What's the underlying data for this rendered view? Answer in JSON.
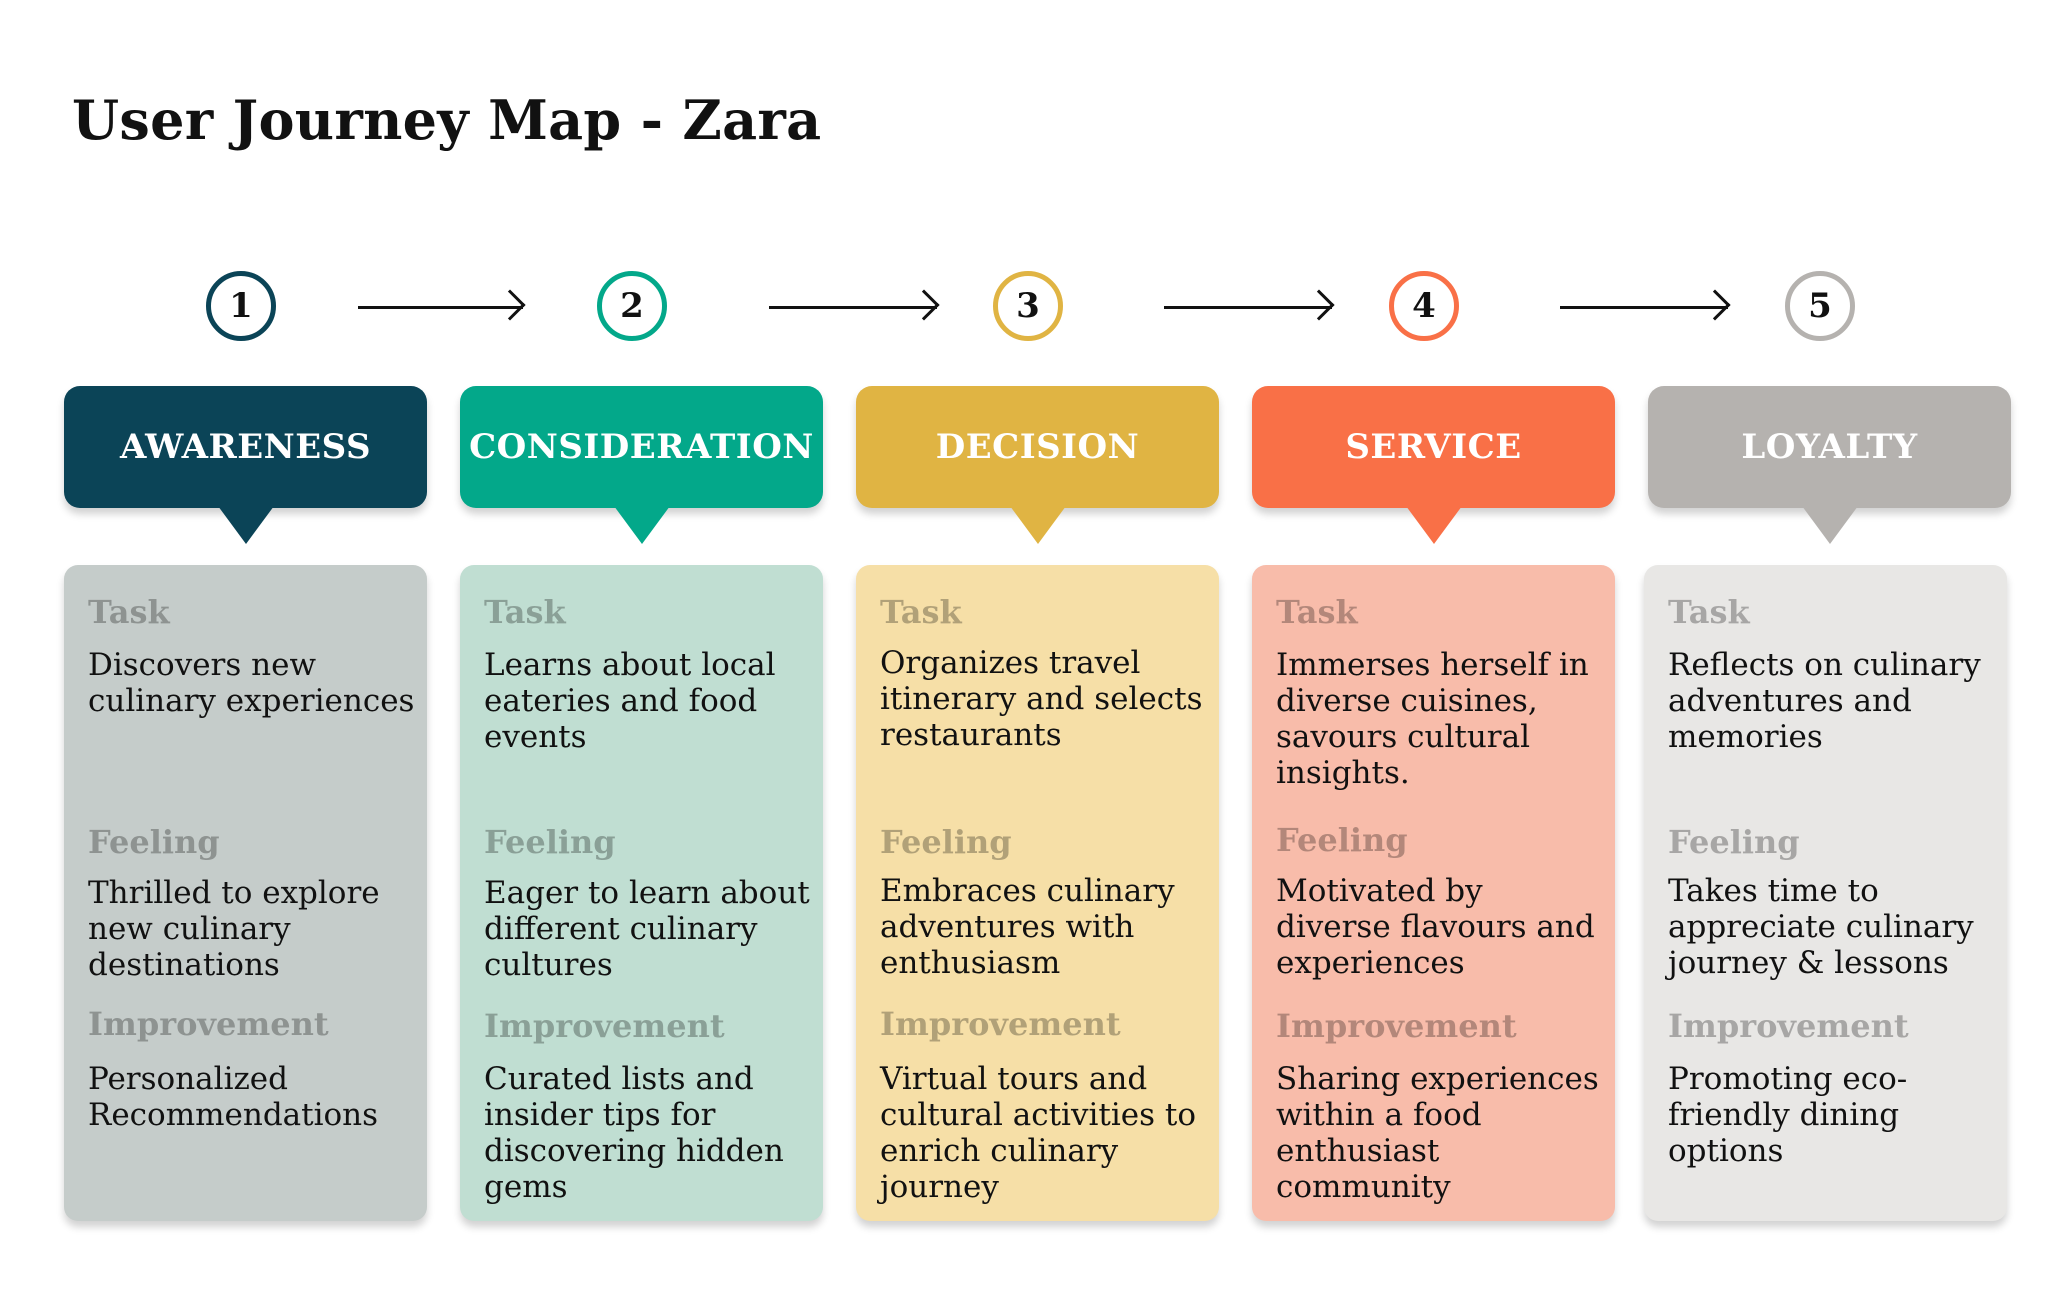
{
  "title": "User Journey Map - Zara",
  "colors": {
    "awareness": "#0B4457",
    "consideration": "#03A88A",
    "decision": "#E0B443",
    "service": "#F97047",
    "loyalty": "#B5B2AF",
    "awareness_card": "#C5CCCA",
    "consideration_card": "#C0DED2",
    "decision_card": "#F6DFA7",
    "service_card": "#F8BCAA",
    "loyalty_card": "#E8E7E5"
  },
  "steps": [
    {
      "number": "1"
    },
    {
      "number": "2"
    },
    {
      "number": "3"
    },
    {
      "number": "4"
    },
    {
      "number": "5"
    }
  ],
  "phases": [
    {
      "name": "AWARENESS",
      "task_label": "Task",
      "task": "Discovers new culinary experiences",
      "feeling_label": "Feeling",
      "feeling": "Thrilled to explore new culinary destinations",
      "improvement_label": "Improvement",
      "improvement": "Personalized Recommendations"
    },
    {
      "name": "CONSIDERATION",
      "task_label": "Task",
      "task": "Learns about local eateries and food events",
      "feeling_label": "Feeling",
      "feeling": "Eager to learn about different culinary cultures",
      "improvement_label": "Improvement",
      "improvement": "Curated lists and insider tips for discovering hidden gems"
    },
    {
      "name": "DECISION",
      "task_label": "Task",
      "task": "Organizes travel itinerary and selects restaurants",
      "feeling_label": "Feeling",
      "feeling": "Embraces culinary adventures with enthusiasm",
      "improvement_label": "Improvement",
      "improvement": "Virtual tours and cultural activities to enrich culinary journey"
    },
    {
      "name": "SERVICE",
      "task_label": "Task",
      "task": "Immerses herself in diverse cuisines, savours cultural insights.",
      "feeling_label": "Feeling",
      "feeling": "Motivated by diverse flavours and experiences",
      "improvement_label": "Improvement",
      "improvement": "Sharing experiences within a food enthusiast community"
    },
    {
      "name": "LOYALTY",
      "task_label": "Task",
      "task": "Reflects on culinary adventures and memories",
      "feeling_label": "Feeling",
      "feeling": "Takes time to appreciate culinary journey & lessons",
      "improvement_label": "Improvement",
      "improvement": "Promoting eco-friendly dining options"
    }
  ]
}
